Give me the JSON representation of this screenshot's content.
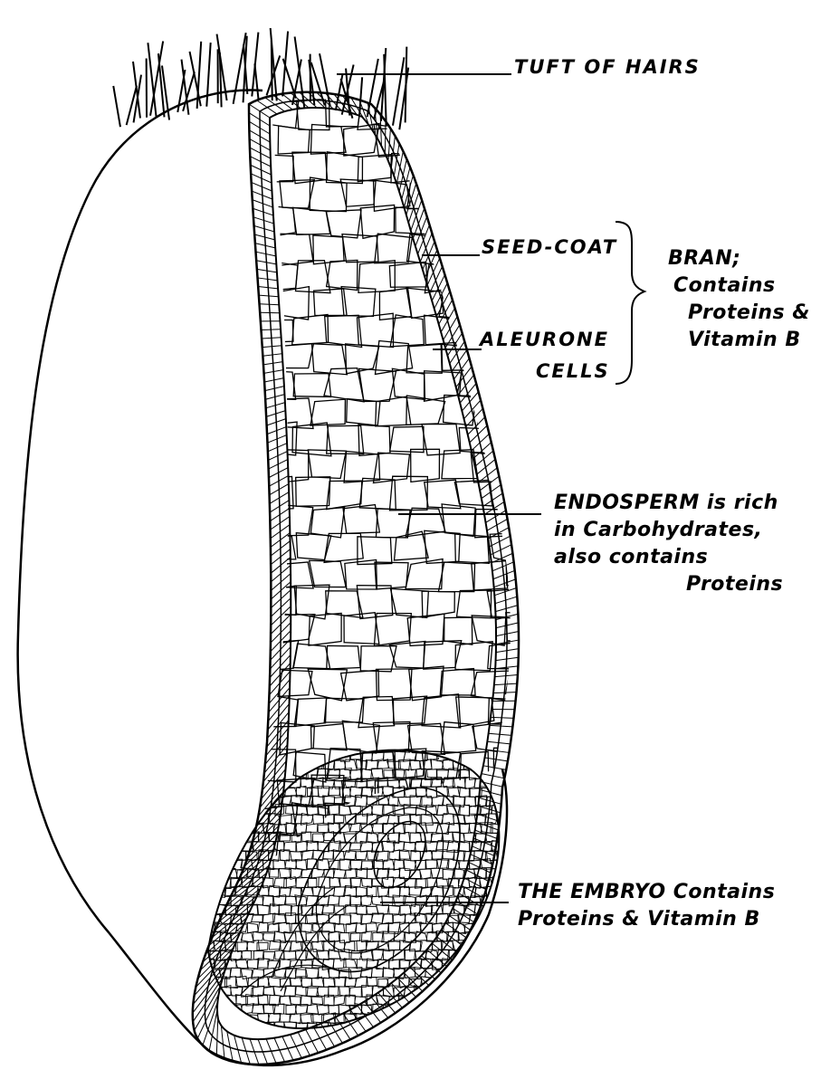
{
  "colors": {
    "ink": "#000000",
    "paper": "#ffffff"
  },
  "labels": {
    "tuft": "TUFT OF HAIRS",
    "seed_coat": "SEED-COAT",
    "aleurone_1": "ALEURONE",
    "aleurone_2": "CELLS",
    "bran_1": "BRAN;",
    "bran_2": "Contains",
    "bran_3": "Proteins &",
    "bran_4": "Vitamin B",
    "endo_1": "ENDOSPERM is rich",
    "endo_2": "in Carbohydrates,",
    "endo_3": "also contains",
    "endo_4": "Proteins",
    "embryo_1": "THE EMBRYO Contains",
    "embryo_2": "Proteins & Vitamin B"
  }
}
